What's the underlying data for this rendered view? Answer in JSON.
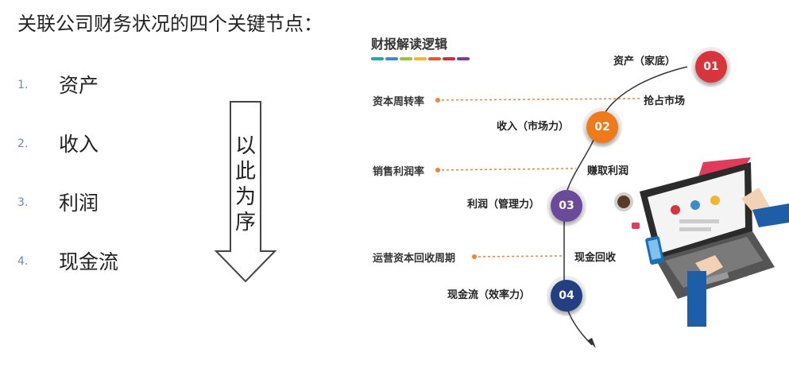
{
  "heading": "关联公司财务状况的四个关键节点：",
  "list": [
    {
      "num": "1.",
      "text": "资产"
    },
    {
      "num": "2.",
      "text": "收入"
    },
    {
      "num": "3.",
      "text": "利润"
    },
    {
      "num": "4.",
      "text": "现金流"
    }
  ],
  "arrow_text": [
    "以",
    "此",
    "为",
    "序"
  ],
  "infographic": {
    "title": "财报解读逻辑",
    "title_bar_colors": [
      "#2aa7a0",
      "#3b8ccf",
      "#9cc33b",
      "#f2b530",
      "#e7592d",
      "#c7303a",
      "#7a3f8f"
    ],
    "nodes": [
      {
        "num": "01",
        "label": "资产（家底）",
        "color": "#d8343c"
      },
      {
        "num": "02",
        "label": "收入（市场力）",
        "color": "#ee7a1b"
      },
      {
        "num": "03",
        "label": "利润（管理力）",
        "color": "#6b4a9c"
      },
      {
        "num": "04",
        "label": "现金流（效率力）",
        "color": "#233f82"
      }
    ],
    "side_labels": [
      "资本周转率",
      "销售利润率",
      "运营资本回收周期"
    ],
    "mid_labels": [
      "抢占市场",
      "赚取利润",
      "现金回收"
    ]
  }
}
